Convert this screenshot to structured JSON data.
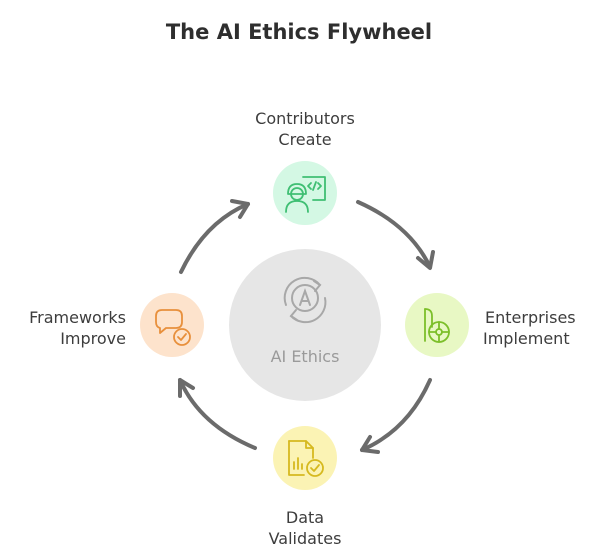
{
  "title": "The AI Ethics Flywheel",
  "center": {
    "label": "AI Ethics",
    "icon": "rotating-a-icon",
    "color": "#e6e6e6"
  },
  "nodes": [
    {
      "id": "contributors",
      "line1": "Contributors",
      "line2": "Create",
      "icon": "developer-code-icon",
      "fill": "#d4f8e4",
      "stroke": "#3fbf73"
    },
    {
      "id": "enterprises",
      "line1": "Enterprises",
      "line2": "Implement",
      "icon": "network-b-icon",
      "fill": "#e8f8c4",
      "stroke": "#7cbf2a"
    },
    {
      "id": "data",
      "line1": "Data",
      "line2": "Validates",
      "icon": "chart-check-icon",
      "fill": "#fbf3b4",
      "stroke": "#d6b91f"
    },
    {
      "id": "frameworks",
      "line1": "Frameworks",
      "line2": "Improve",
      "icon": "chat-check-icon",
      "fill": "#fde3cc",
      "stroke": "#e8903c"
    }
  ],
  "arrow_color": "#6b6b6b"
}
